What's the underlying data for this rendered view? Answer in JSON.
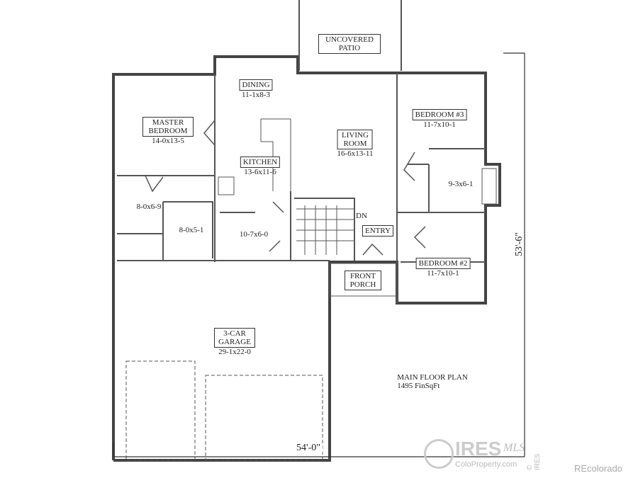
{
  "plan": {
    "title": "MAIN FLOOR PLAN",
    "area": "1495 FinSqFt",
    "width_dim": "54'-0\"",
    "depth_dim": "53'-6\""
  },
  "rooms": {
    "patio": "UNCOVERED PATIO",
    "dining": {
      "name": "DINING",
      "size": "11-1x8-3"
    },
    "master": {
      "name": "MASTER BEDROOM",
      "size": "14-0x13-5"
    },
    "living": {
      "name": "LIVING ROOM",
      "size": "16-6x13-11"
    },
    "bed3": {
      "name": "BEDROOM #3",
      "size": "11-7x10-1"
    },
    "kitchen": {
      "name": "KITCHEN",
      "size": "13-6x11-6"
    },
    "bath2": "9-3x6-1",
    "master_bath": "8-0x6-9",
    "closet": "8-0x5-1",
    "laundry": "10-7x6-0",
    "stairs": "DN",
    "entry": "ENTRY",
    "bed2": {
      "name": "BEDROOM #2",
      "size": "11-7x10-1"
    },
    "porch": "FRONT PORCH",
    "garage": {
      "name": "3-CAR GARAGE",
      "size": "29-1x22-0"
    }
  },
  "watermark": {
    "brand": "IRES",
    "mls": "MLS",
    "site": "ColoProperty.com",
    "side": "© IRES",
    "credit": "REcolorado"
  }
}
